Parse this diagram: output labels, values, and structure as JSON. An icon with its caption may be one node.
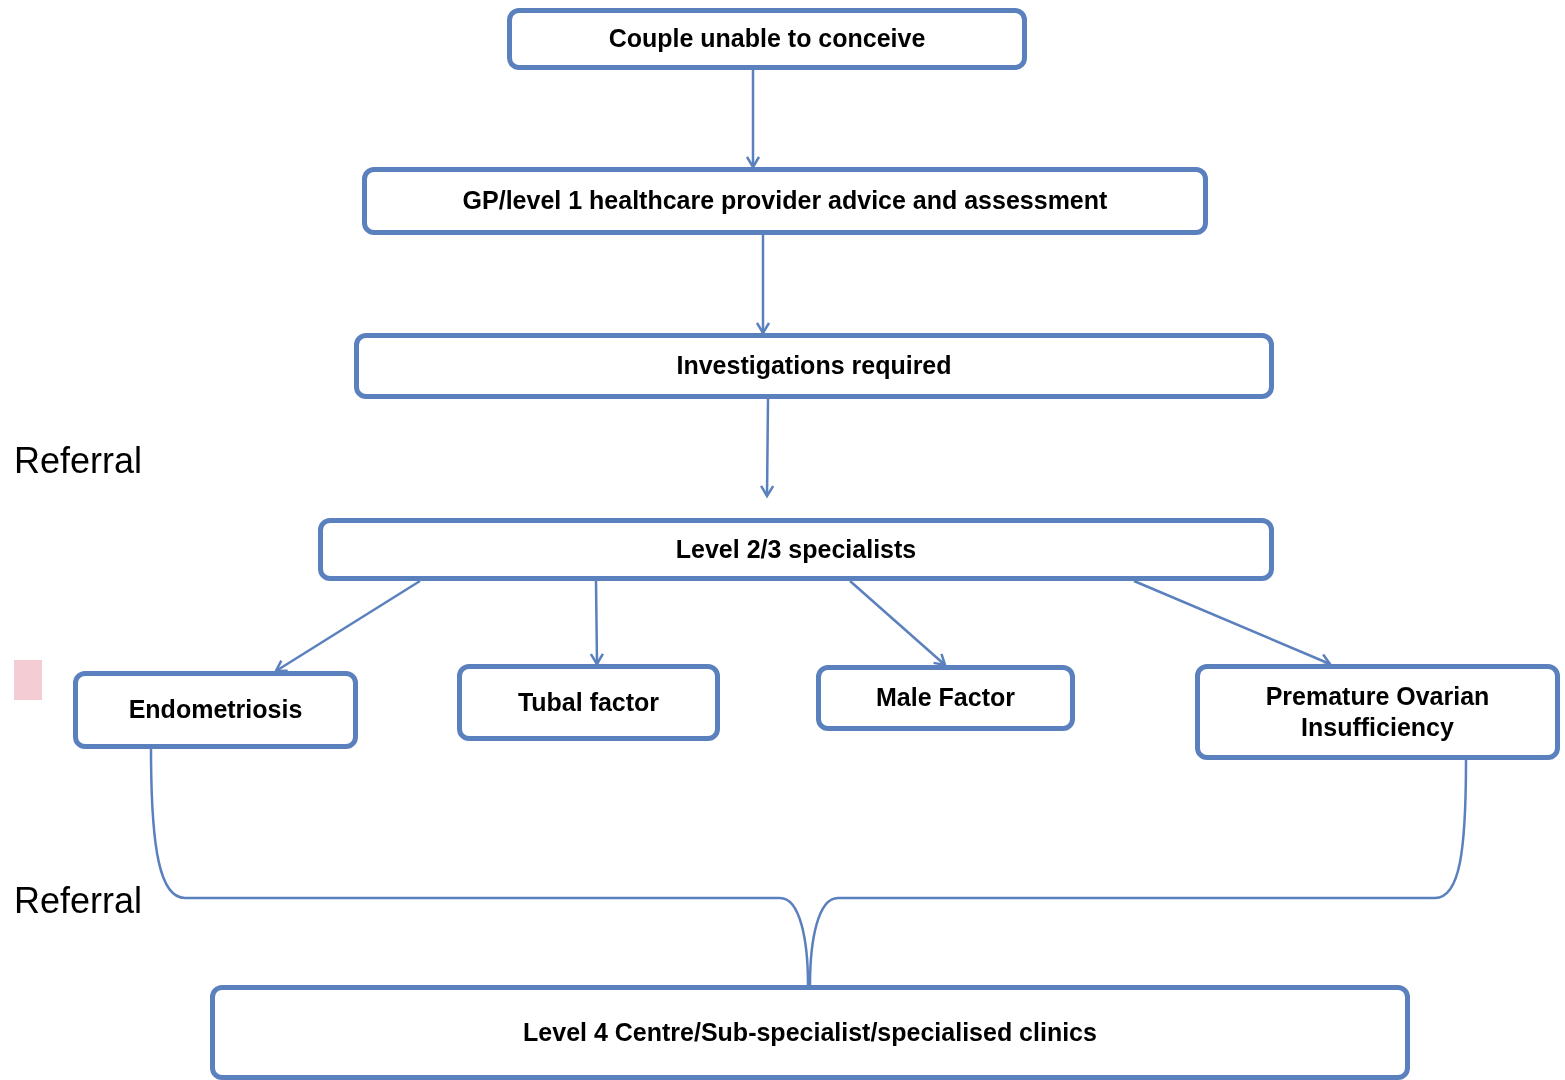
{
  "diagram": {
    "nodes": [
      {
        "text": [
          "Couple unable to conceive"
        ]
      },
      {
        "text": [
          "GP/level 1 healthcare provider advice and assessment"
        ]
      },
      {
        "text": [
          "Investigations required"
        ]
      },
      {
        "text": [
          "Level 2/3 specialists"
        ]
      },
      {
        "text": [
          "Endometriosis"
        ]
      },
      {
        "text": [
          "Tubal factor"
        ]
      },
      {
        "text": [
          "Male Factor"
        ]
      },
      {
        "text": [
          "Premature Ovarian Insufficiency"
        ]
      },
      {
        "text": [
          "Level 4 Centre/Sub-specialist/specialised clinics"
        ]
      }
    ],
    "edges": [
      {
        "from": 0,
        "to": 1,
        "arrow": "to"
      },
      {
        "from": 1,
        "to": 2,
        "arrow": "to"
      },
      {
        "from": 2,
        "to": 3,
        "arrow": "to"
      },
      {
        "from": 3,
        "to": 4,
        "arrow": "to"
      },
      {
        "from": 3,
        "to": 5,
        "arrow": "to"
      },
      {
        "from": 3,
        "to": 6,
        "arrow": "to"
      },
      {
        "from": 3,
        "to": 7,
        "arrow": "to"
      },
      {
        "from": 4,
        "to": 8,
        "arrow": "none"
      },
      {
        "from": 7,
        "to": 8,
        "arrow": "none"
      }
    ],
    "labels": [
      "Referral",
      "Referral"
    ]
  }
}
